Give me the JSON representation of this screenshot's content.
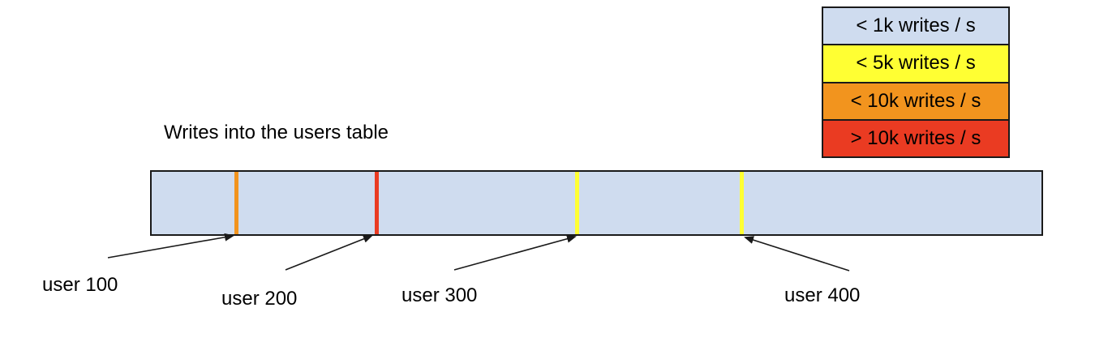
{
  "title": "Writes into the users table",
  "legend": {
    "items": [
      {
        "label": "< 1k writes / s",
        "color": "#cfdcef"
      },
      {
        "label": "< 5k writes / s",
        "color": "#ffff33"
      },
      {
        "label": "< 10k writes / s",
        "color": "#f2941e"
      },
      {
        "label": "> 10k writes / s",
        "color": "#ea3b22"
      }
    ]
  },
  "bar": {
    "fill": "#cfdcef",
    "border_color": "#1a1a1a",
    "markers": [
      {
        "user": "user 100",
        "color": "#f2941e",
        "write_rate": "< 10k writes / s"
      },
      {
        "user": "user 200",
        "color": "#ea3b22",
        "write_rate": "> 10k writes / s"
      },
      {
        "user": "user 300",
        "color": "#ffff33",
        "write_rate": "< 5k writes / s"
      },
      {
        "user": "user 400",
        "color": "#ffff33",
        "write_rate": "< 5k writes / s"
      }
    ]
  }
}
